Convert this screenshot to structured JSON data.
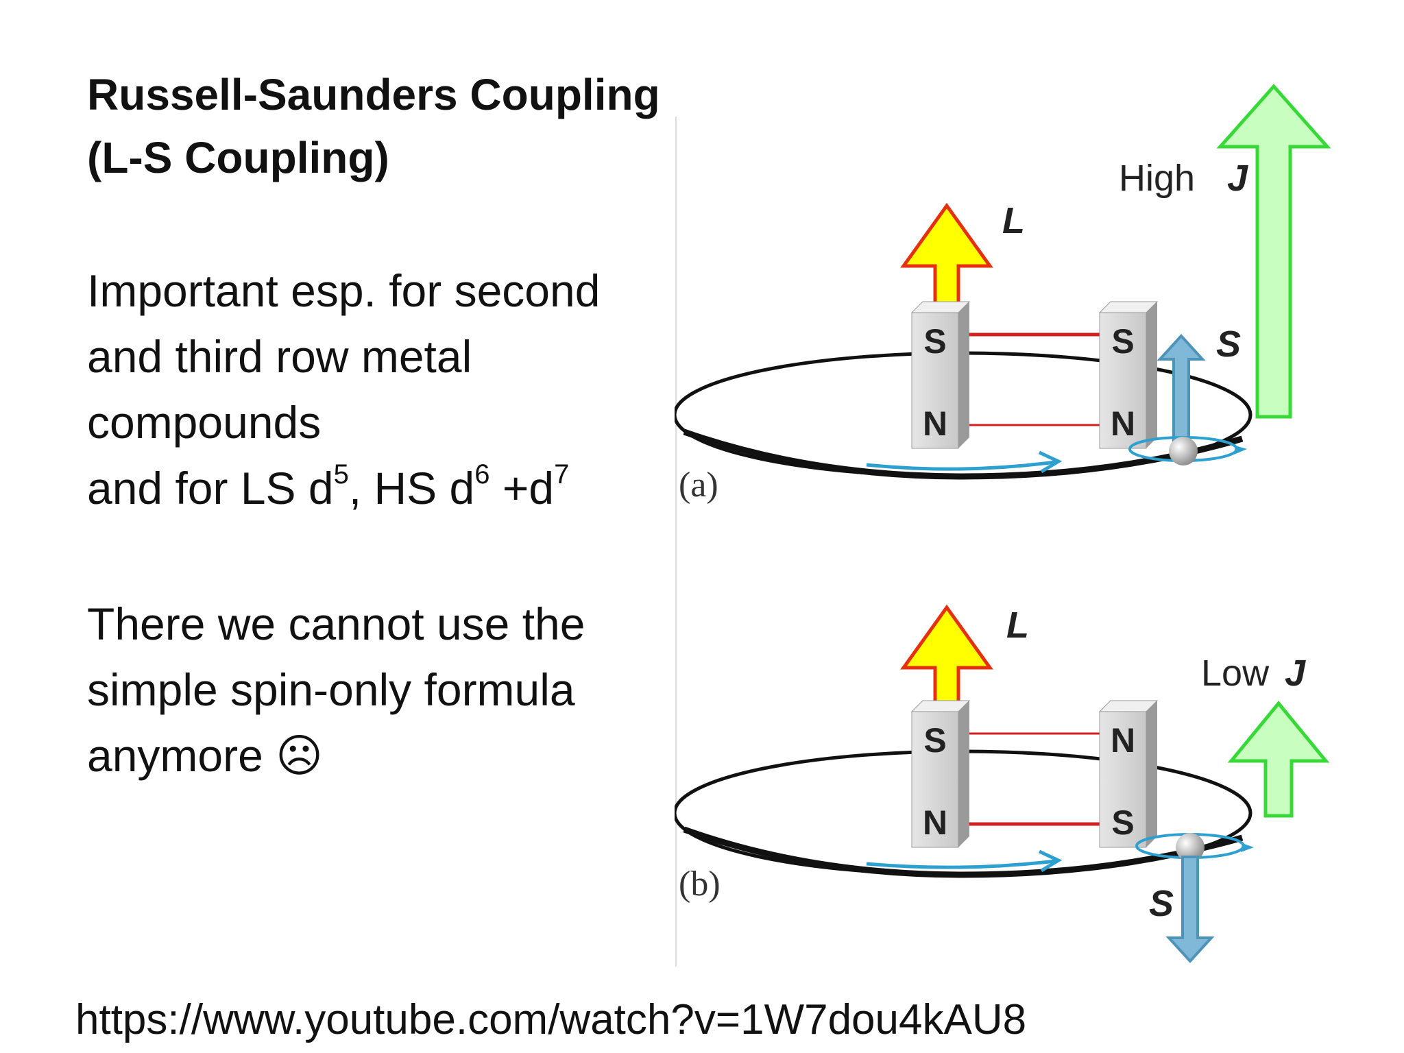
{
  "slide": {
    "title_line1": "Russell-Saunders Coupling",
    "title_line2": "(L-S Coupling)",
    "para1_line1": "Important esp. for second",
    "para1_line2": "and third row metal",
    "para1_line3": "compounds",
    "para1_line4_pre": "and for LS d",
    "para1_line4_sup1": "5",
    "para1_line4_mid": ", HS d",
    "para1_line4_sup2": "6",
    "para1_line4_mid2": " +d",
    "para1_line4_sup3": "7",
    "para2_line1": "There we cannot use the",
    "para2_line2": "simple spin-only formula",
    "para2_line3": "anymore",
    "sad_face": "☹",
    "url": "https://www.youtube.com/watch?v=1W7dou4kAU8"
  },
  "figure": {
    "panel_a": {
      "label": "(a)",
      "j_label_prefix": "High",
      "j_symbol": "J",
      "l_symbol": "L",
      "s_symbol": "S",
      "left_magnet_top": "S",
      "left_magnet_bottom": "N",
      "right_magnet_top": "S",
      "right_magnet_bottom": "N"
    },
    "panel_b": {
      "label": "(b)",
      "j_label_prefix": "Low",
      "j_symbol": "J",
      "l_symbol": "L",
      "s_symbol": "S",
      "left_magnet_top": "S",
      "left_magnet_bottom": "N",
      "right_magnet_top": "N",
      "right_magnet_bottom": "S"
    },
    "colors": {
      "l_arrow_fill": "#ffff00",
      "l_arrow_stroke": "#e53010",
      "j_arrow_fill": "#c8ffc0",
      "j_arrow_stroke": "#38d838",
      "s_arrow_fill": "#80b8d8",
      "s_arrow_stroke": "#4e93b8",
      "orbit": "#111111",
      "motion_arrow": "#2ea0d0",
      "link_line": "#d02020"
    }
  }
}
